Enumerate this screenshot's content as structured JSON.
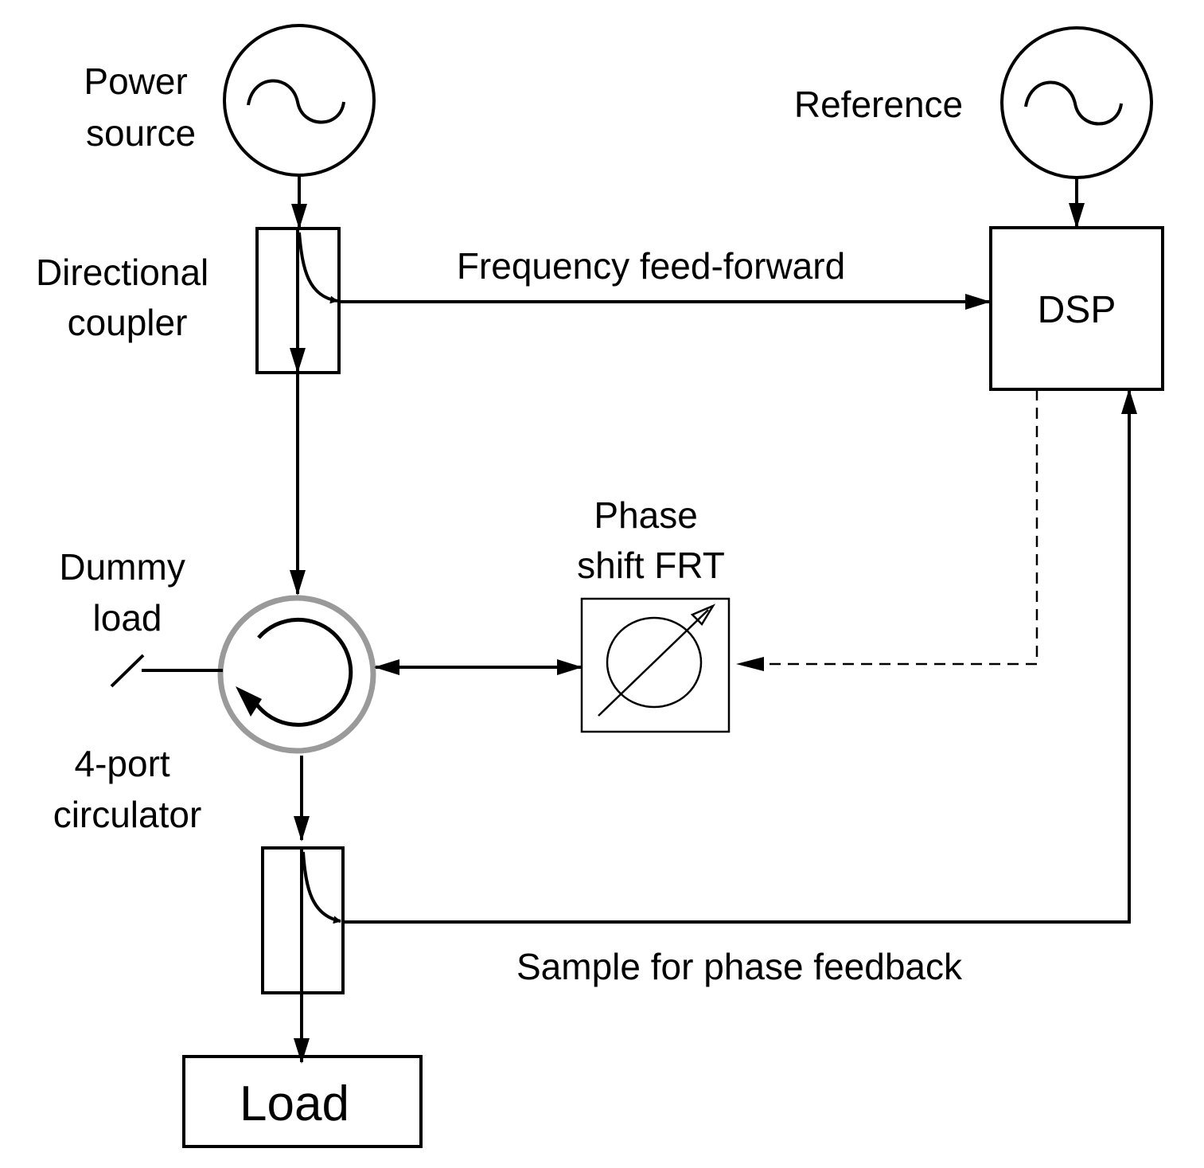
{
  "labels": {
    "power_source": [
      "Power",
      "source"
    ],
    "reference": "Reference",
    "directional_coupler": [
      "Directional",
      "coupler"
    ],
    "frequency_feed_forward": "Frequency feed-forward",
    "dsp": "DSP",
    "phase_shift": [
      "Phase",
      "shift FRT"
    ],
    "dummy_load": [
      "Dummy",
      "load"
    ],
    "circulator": [
      "4-port",
      "circulator"
    ],
    "sample_feedback": "Sample for phase feedback",
    "load": "Load"
  },
  "colors": {
    "line": "#000000",
    "circulator_ring": "#9a9a9a",
    "background": "#ffffff"
  }
}
